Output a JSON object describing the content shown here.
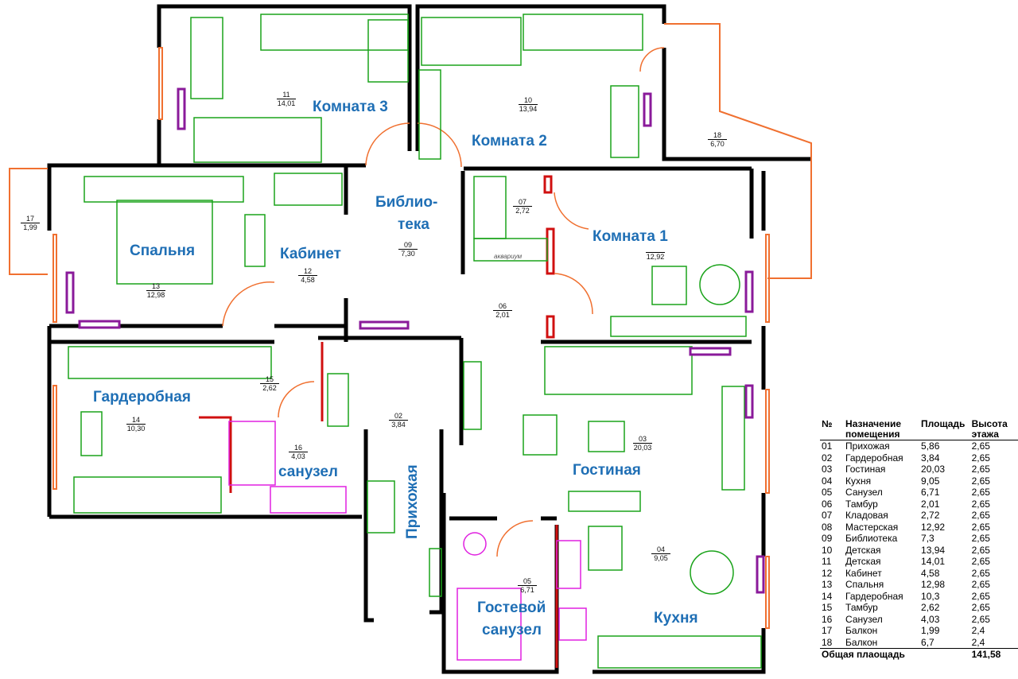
{
  "rooms": {
    "komnata3": "Комната 3",
    "komnata2": "Комната 2",
    "komnata1": "Комната 1",
    "biblio1": "Библио-",
    "biblio2": "тека",
    "spalnya": "Спальня",
    "kabinet": "Кабинет",
    "garderob": "Гардеробная",
    "gostinaya": "Гостиная",
    "sanuzel": "санузел",
    "prihozhaya": "Прихожая",
    "gost1": "Гостевой",
    "gost2": "санузел",
    "kuhnya": "Кухня",
    "aquarium": "аквариум"
  },
  "markers": [
    {
      "n": "11",
      "a": "14,01"
    },
    {
      "n": "10",
      "a": "13,94"
    },
    {
      "n": "18",
      "a": "6,70"
    },
    {
      "n": "17",
      "a": "1,99"
    },
    {
      "n": "07",
      "a": "2,72"
    },
    {
      "n": "09",
      "a": "7,30"
    },
    {
      "n": "13",
      "a": "12,98"
    },
    {
      "n": "12",
      "a": "4,58"
    },
    {
      "n": "06",
      "a": "2,01"
    },
    {
      "n": "15",
      "a": "2,62"
    },
    {
      "n": "14",
      "a": "10,30"
    },
    {
      "n": "16",
      "a": "4,03"
    },
    {
      "n": "02",
      "a": "3,84"
    },
    {
      "n": "03",
      "a": "20,03"
    },
    {
      "n": "04",
      "a": "9,05"
    },
    {
      "n": "05",
      "a": "6,71"
    },
    {
      "n": "",
      "a": "12,92"
    }
  ],
  "legend": {
    "headers": [
      "№",
      "Назначение помещения",
      "Площадь",
      "Высота этажа"
    ],
    "rows": [
      [
        "01",
        "Прихожая",
        "5,86",
        "2,65"
      ],
      [
        "02",
        "Гардеробная",
        "3,84",
        "2,65"
      ],
      [
        "03",
        "Гостиная",
        "20,03",
        "2,65"
      ],
      [
        "04",
        "Кухня",
        "9,05",
        "2,65"
      ],
      [
        "05",
        "Санузел",
        "6,71",
        "2,65"
      ],
      [
        "06",
        "Тамбур",
        "2,01",
        "2,65"
      ],
      [
        "07",
        "Кладовая",
        "2,72",
        "2,65"
      ],
      [
        "08",
        "Мастерская",
        "12,92",
        "2,65"
      ],
      [
        "09",
        "Библиотека",
        "7,3",
        "2,65"
      ],
      [
        "10",
        "Детская",
        "13,94",
        "2,65"
      ],
      [
        "11",
        "Детская",
        "14,01",
        "2,65"
      ],
      [
        "12",
        "Кабинет",
        "4,58",
        "2,65"
      ],
      [
        "13",
        "Спальня",
        "12,98",
        "2,65"
      ],
      [
        "14",
        "Гардеробная",
        "10,3",
        "2,65"
      ],
      [
        "15",
        "Тамбур",
        "2,62",
        "2,65"
      ],
      [
        "16",
        "Санузел",
        "4,03",
        "2,65"
      ],
      [
        "17",
        "Балкон",
        "1,99",
        "2,4"
      ],
      [
        "18",
        "Балкон",
        "6,7",
        "2,4"
      ]
    ],
    "total_label": "Общая плаощадь",
    "total_value": "141,58"
  },
  "colors": {
    "wall": "#000000",
    "furniture": "#1aa31a",
    "label": "#1f6fb5",
    "door": "#f07030",
    "plumbing": "#e020e0",
    "radiator": "#8a1a9a"
  }
}
